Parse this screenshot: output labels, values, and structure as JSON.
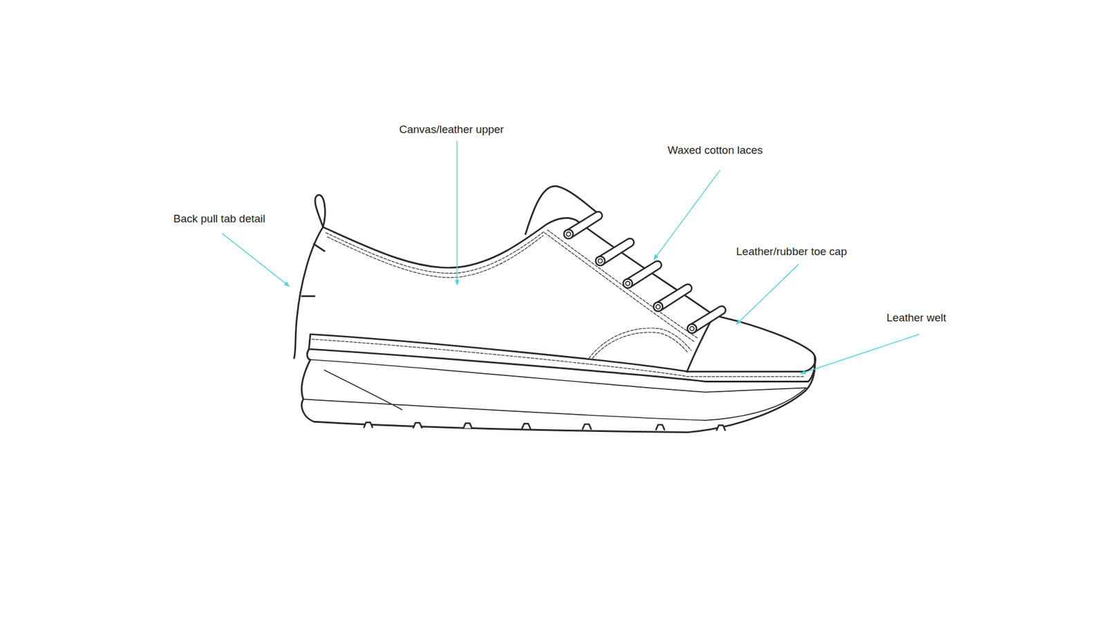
{
  "diagram": {
    "labels": [
      "Canvas/leather upper",
      "Waxed cotton laces",
      "Back pull tab detail",
      "Leather/rubber toe cap",
      "Leather welt"
    ]
  }
}
